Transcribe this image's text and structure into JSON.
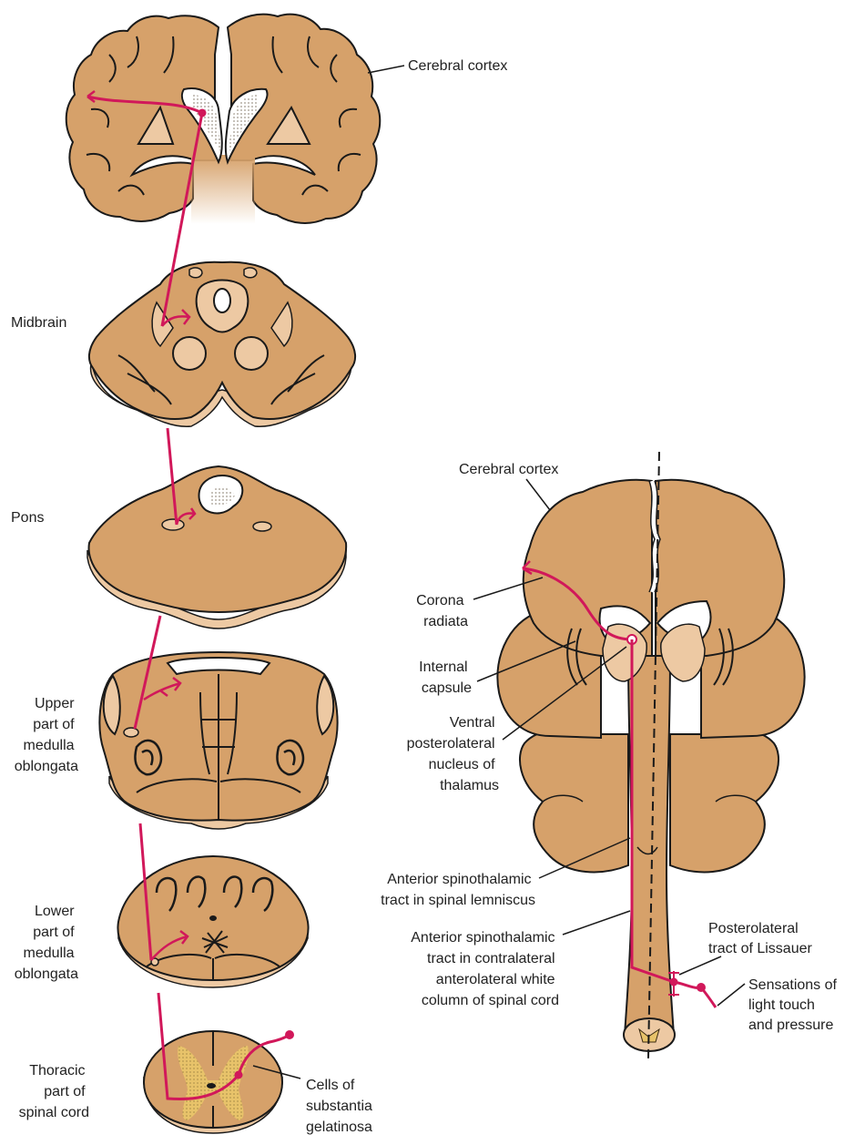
{
  "colors": {
    "tissue": "#d6a16a",
    "tissue_edge": "#1a1a1a",
    "pale_nucleus": "#edc9a3",
    "tract": "#d1185a",
    "gray_matter": "#e8c36a",
    "label_text": "#222222"
  },
  "left_labels": {
    "cerebral_cortex": "Cerebral cortex",
    "midbrain": "Midbrain",
    "pons": "Pons",
    "upper_medulla": [
      "Upper",
      "part of",
      "medulla",
      "oblongata"
    ],
    "lower_medulla": [
      "Lower",
      "part of",
      "medulla",
      "oblongata"
    ],
    "thoracic_cord": [
      "Thoracic",
      "part of",
      "spinal cord"
    ],
    "substantia_gelatinosa": [
      "Cells of",
      "substantia",
      "gelatinosa"
    ]
  },
  "right_labels": {
    "cerebral_cortex": "Cerebral cortex",
    "corona_radiata": [
      "Corona",
      "radiata"
    ],
    "internal_capsule": [
      "Internal",
      "capsule"
    ],
    "vpl_nucleus": [
      "Ventral",
      "posterolateral",
      "nucleus of",
      "thalamus"
    ],
    "lemniscus_tract": [
      "Anterior spinothalamic",
      "tract in spinal lemniscus"
    ],
    "cord_tract": [
      "Anterior spinothalamic",
      "tract in contralateral",
      "anterolateral white",
      "column of spinal cord"
    ],
    "lissauer": [
      "Posterolateral",
      "tract of Lissauer"
    ],
    "sensations": [
      "Sensations of",
      "light touch",
      "and pressure"
    ]
  }
}
